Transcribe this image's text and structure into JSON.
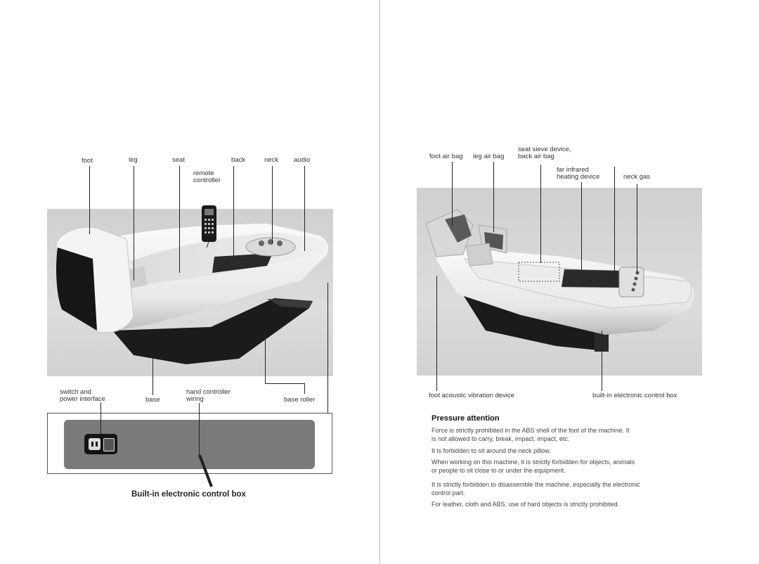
{
  "left_page": {
    "top_labels": {
      "foot": "foot",
      "leg": "leg",
      "seat": "seat",
      "remote": "remote\ncontroller",
      "back": "back",
      "neck": "neck",
      "audio": "audio"
    },
    "bottom_labels": {
      "switch": "switch and\npower interface",
      "base": "base",
      "wiring": "hand controller\nwiring",
      "roller": "base roller"
    },
    "box_title": "Built-in electronic control box"
  },
  "right_page": {
    "top_labels": {
      "foot_air_bag": "foot air bag",
      "leg_air_bag": "leg air bag",
      "seat_sieve": "seat sieve device,\nback air bag",
      "far_infrared": "far infrared\nheating device",
      "neck_gas": "neck gas"
    },
    "bottom_labels": {
      "foot_acoustic": "foot acoustic vibration device",
      "control_box": "built-in electronic control box"
    },
    "section_title": "Pressure attention",
    "paragraphs": [
      "Force is strictly prohibited in the ABS shell of the foot of the machine. It\nis not allowed to carry, break, impact, impact, etc.",
      "It is forbidden to sit around the neck pillow.",
      "When working on this machine, it is strictly forbidden for objects, animals\nor people to sit close to or under the equipment.",
      "It is strictly forbidden to disassemble the machine, especially the electronic\ncontrol part.",
      "For leather, cloth and ABS, use of hard objects is strictly prohibited."
    ]
  },
  "colors": {
    "photo_background": "#d6d6d6",
    "control_box_panel": "#7a7a7a",
    "machine_shell": "#f2f2f2",
    "base_dark": "#1c1c1c"
  }
}
